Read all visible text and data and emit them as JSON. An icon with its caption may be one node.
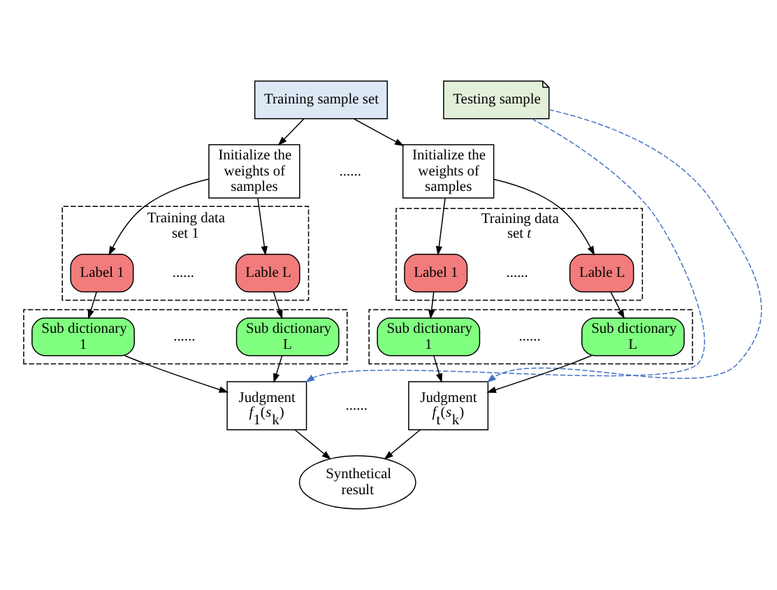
{
  "diagram": {
    "nodes": [
      {
        "text": [
          "Training sample set"
        ]
      },
      {
        "text": [
          "Initialize the weights of samples"
        ]
      },
      {
        "text": [
          "Initialize the weights of samples"
        ]
      },
      {
        "text": [
          "Testing sample"
        ]
      },
      {
        "text": [
          "Training data set 1"
        ]
      },
      {
        "text": [
          "Label 1"
        ],
        "in": 4
      },
      {
        "text": [
          "Lable L"
        ],
        "in": 4
      },
      {
        "text": [],
        "shape": "box"
      },
      {
        "text": [
          "Sub dictionary 1"
        ],
        "in": 7
      },
      {
        "text": [
          "Sub dictionary L"
        ],
        "in": 7
      },
      {
        "text": [
          "Training data set *t*"
        ]
      },
      {
        "text": [
          "Label 1"
        ],
        "in": 10
      },
      {
        "text": [
          "Lable L"
        ],
        "in": 10
      },
      {
        "text": [],
        "shape": "box"
      },
      {
        "text": [
          "Sub dictionary 1"
        ],
        "in": 13
      },
      {
        "text": [
          "Sub dictionary L"
        ],
        "in": 13
      },
      {
        "text": [
          "Judgment",
          "*f*$_{1}$(*s*$_{k}$)"
        ]
      },
      {
        "text": [
          "Judgment",
          "*f*$_{t}$(*s*$_{k}$)"
        ]
      },
      {
        "text": [
          "Synthetical result"
        ]
      }
    ],
    "edges": [
      {
        "from": 0,
        "to": 1,
        "arrow": "to"
      },
      {
        "from": 0,
        "to": 2,
        "arrow": "to"
      },
      {
        "from": 1,
        "to": 5,
        "arrow": "to"
      },
      {
        "from": 1,
        "to": 6,
        "arrow": "to"
      },
      {
        "from": 2,
        "to": 11,
        "arrow": "to"
      },
      {
        "from": 2,
        "to": 12,
        "arrow": "to"
      },
      {
        "from": 5,
        "to": 8,
        "arrow": "to"
      },
      {
        "from": 6,
        "to": 9,
        "arrow": "to"
      },
      {
        "from": 11,
        "to": 14,
        "arrow": "to"
      },
      {
        "from": 12,
        "to": 15,
        "arrow": "to"
      },
      {
        "from": 8,
        "to": 16,
        "arrow": "to"
      },
      {
        "from": 9,
        "to": 16,
        "arrow": "to"
      },
      {
        "from": 14,
        "to": 17,
        "arrow": "to"
      },
      {
        "from": 15,
        "to": 17,
        "arrow": "to"
      },
      {
        "from": 3,
        "to": 16,
        "arrow": "to",
        "style": "dashed",
        "color": "#4472c4"
      },
      {
        "from": 3,
        "to": 17,
        "arrow": "to",
        "style": "dashed",
        "color": "#4472c4"
      },
      {
        "from": 16,
        "to": 18,
        "arrow": "to"
      },
      {
        "from": 17,
        "to": 18,
        "arrow": "to"
      }
    ],
    "labels": [
      "......",
      "......",
      "......",
      "......",
      "......",
      "......"
    ]
  }
}
